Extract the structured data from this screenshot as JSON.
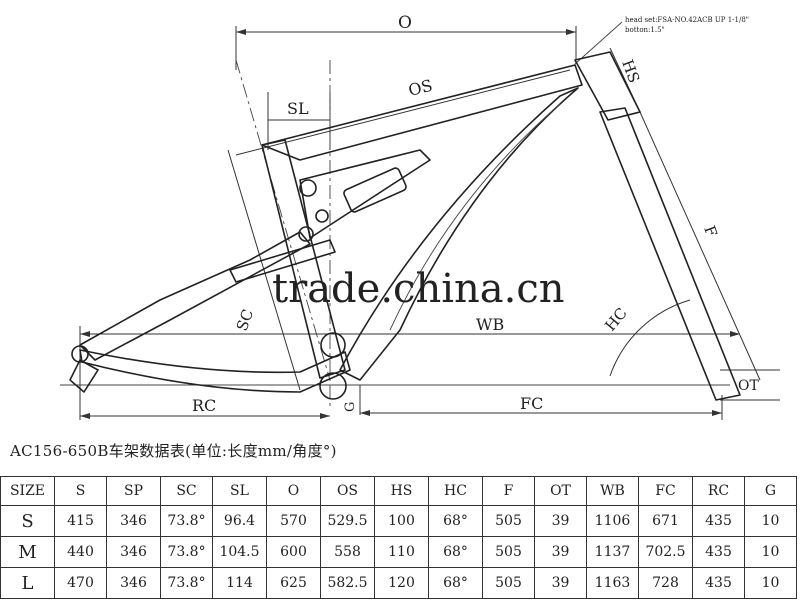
{
  "drawing": {
    "dimension_labels": {
      "O": "O",
      "OS": "OS",
      "SL": "SL",
      "HS": "HS",
      "F": "F",
      "SC": "SC",
      "WB": "WB",
      "HC": "HC",
      "OT": "OT",
      "RC": "RC",
      "FC": "FC",
      "G": "G"
    },
    "headset_note_1": "head set:FSA-NO.42ACB UP 1-1/8\"",
    "headset_note_2": "botton:1.5\"",
    "watermark": "trade.china.cn"
  },
  "caption": "AC156-650B车架数据表(单位:长度mm/角度°)",
  "table": {
    "headers": [
      "SIZE",
      "S",
      "SP",
      "SC",
      "SL",
      "O",
      "OS",
      "HS",
      "HC",
      "F",
      "OT",
      "WB",
      "FC",
      "RC",
      "G"
    ],
    "rows": [
      [
        "S",
        "415",
        "346",
        "73.8°",
        "96.4",
        "570",
        "529.5",
        "100",
        "68°",
        "505",
        "39",
        "1106",
        "671",
        "435",
        "10"
      ],
      [
        "M",
        "440",
        "346",
        "73.8°",
        "104.5",
        "600",
        "558",
        "110",
        "68°",
        "505",
        "39",
        "1137",
        "702.5",
        "435",
        "10"
      ],
      [
        "L",
        "470",
        "346",
        "73.8°",
        "114",
        "625",
        "582.5",
        "120",
        "68°",
        "505",
        "39",
        "1163",
        "728",
        "435",
        "10"
      ]
    ]
  }
}
